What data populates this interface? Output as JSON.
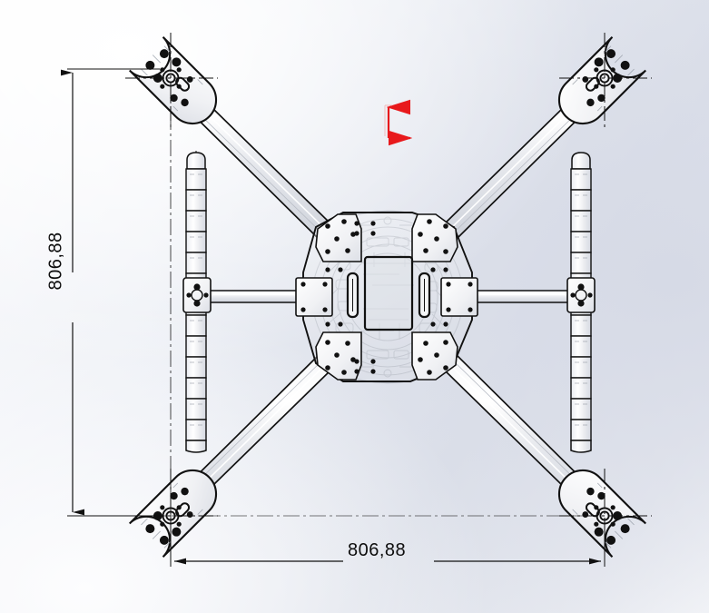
{
  "app": {
    "kind": "cad-drawing-viewport",
    "view_name": "top-view",
    "model": "quadcopter-frame"
  },
  "colors": {
    "line": "#111111",
    "line_soft": "#3a3a3a",
    "ghost": "#9aa0ab",
    "fill_light": "#f2f3f6",
    "fill_mid": "#e3e5ea",
    "fill_dark": "#d2d5dd",
    "axis_red": "#e8191c",
    "background_light": "#fcfcfd",
    "background_mid": "#dde1ea",
    "text": "#0d0d0d"
  },
  "dimensions": {
    "vertical": {
      "label": "806,88",
      "orientation": "vertical",
      "units_implied": "mm"
    },
    "horizontal": {
      "label": "806,88",
      "orientation": "horizontal",
      "units_implied": "mm"
    }
  },
  "axis_triad": {
    "name": "coordinate-triad",
    "color": "#e8191c",
    "arrows": [
      "up",
      "right"
    ]
  },
  "frame": {
    "arms": 4,
    "motor_mounts": 4,
    "landing_rails": 2,
    "center_body": "octagonal-plate",
    "battery_bay": "central-rectangle"
  }
}
